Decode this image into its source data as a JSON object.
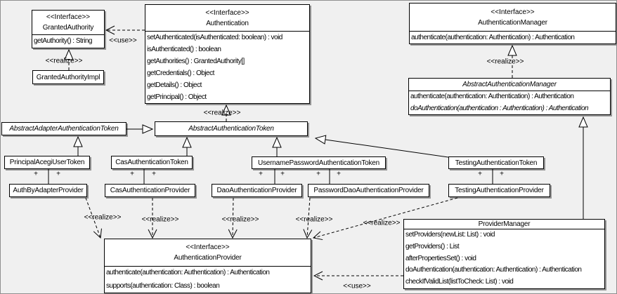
{
  "diagram": {
    "classes": [
      {
        "id": "granted-authority",
        "stereotype": "<<Interface>>",
        "name": "GrantedAuthority",
        "abstract": false,
        "members": [
          "getAuthority() : String"
        ]
      },
      {
        "id": "granted-authority-impl",
        "name": "GrantedAuthorityImpl",
        "abstract": false,
        "members": []
      },
      {
        "id": "authentication",
        "stereotype": "<<Interface>>",
        "name": "Authentication",
        "abstract": false,
        "members": [
          "setAuthenticated(isAuthenticated: boolean) : void",
          "isAuthenticated() : boolean",
          "getAuthorities() : GrantedAuthority[]",
          "getCredentials() : Object",
          "getDetails() : Object",
          "getPrincipal() : Object"
        ]
      },
      {
        "id": "authentication-manager",
        "stereotype": "<<Interface>>",
        "name": "AuthenticationManager",
        "abstract": false,
        "members": [
          "authenticate(authentication: Authentication) : Authentication"
        ]
      },
      {
        "id": "abstract-authentication-manager",
        "name": "AbstractAuthenticationManager",
        "abstract": true,
        "members": [
          "authenticate(authentication: Authentication) : Authentication",
          {
            "text": "doAuthentication(authentication : Authentication) : Authentication",
            "italic": true
          }
        ]
      },
      {
        "id": "abstract-adapter-authentication-token",
        "name": "AbstractAdapterAuthenticationToken",
        "abstract": true,
        "members": []
      },
      {
        "id": "abstract-authentication-token",
        "name": "AbstractAuthenticationToken",
        "abstract": true,
        "members": []
      },
      {
        "id": "principal-acegi-user-token",
        "name": "PrincipalAcegiUserToken",
        "abstract": false,
        "members": []
      },
      {
        "id": "cas-authentication-token",
        "name": "CasAuthenticationToken",
        "abstract": false,
        "members": []
      },
      {
        "id": "username-password-authentication-token",
        "name": "UsernamePasswordAuthenticationToken",
        "abstract": false,
        "members": []
      },
      {
        "id": "testing-authentication-token",
        "name": "TestingAuthenticationToken",
        "abstract": false,
        "members": []
      },
      {
        "id": "auth-by-adapter-provider",
        "name": "AuthByAdapterProvider",
        "abstract": false,
        "members": []
      },
      {
        "id": "cas-authentication-provider",
        "name": "CasAuthenticationProvider",
        "abstract": false,
        "members": []
      },
      {
        "id": "dao-authentication-provider",
        "name": "DaoAuthenticationProvider",
        "abstract": false,
        "members": []
      },
      {
        "id": "password-dao-authentication-provider",
        "name": "PasswordDaoAuthenticationProvider",
        "abstract": false,
        "members": []
      },
      {
        "id": "testing-authentication-provider",
        "name": "TestingAuthenticationProvider",
        "abstract": false,
        "members": []
      },
      {
        "id": "authentication-provider",
        "stereotype": "<<Interface>>",
        "name": "AuthenticationProvider",
        "abstract": false,
        "members": [
          "authenticate(authentication: Authentication) : Authentication",
          "supports(authentication: Class) : boolean"
        ]
      },
      {
        "id": "provider-manager",
        "name": "ProviderManager",
        "abstract": false,
        "members": [
          "setProviders(newList: List) : void",
          "getProviders() : List",
          "afterPropertiesSet() : void",
          "doAuthentication(authentication: Authentication) : Authentication",
          "checkIfValidList(listToCheck: List) : void"
        ]
      }
    ],
    "labels": [
      {
        "id": "use-authentication-grantedauthority",
        "text": "<<use>>"
      },
      {
        "id": "realize-grantedauthorityimpl",
        "text": "<<realize>>"
      },
      {
        "id": "realize-abstracttoken-authentication",
        "text": "<<realize>>"
      },
      {
        "id": "realize-abstractmanager-authmanager",
        "text": "<<realize>>"
      },
      {
        "id": "realize-authbyadapterprovider",
        "text": "<<realize>>"
      },
      {
        "id": "realize-casprovider",
        "text": "<<realize>>"
      },
      {
        "id": "realize-daoprovider",
        "text": "<<realize>>"
      },
      {
        "id": "realize-passworddaoprovider",
        "text": "<<realize>>"
      },
      {
        "id": "realize-testingprovider",
        "text": "<<realize>>"
      },
      {
        "id": "use-providermanager-authprovider",
        "text": "<<use>>"
      }
    ],
    "plus_marks": [
      "+",
      "+",
      "+",
      "+",
      "+",
      "+",
      "+",
      "+",
      "+",
      "+"
    ]
  }
}
